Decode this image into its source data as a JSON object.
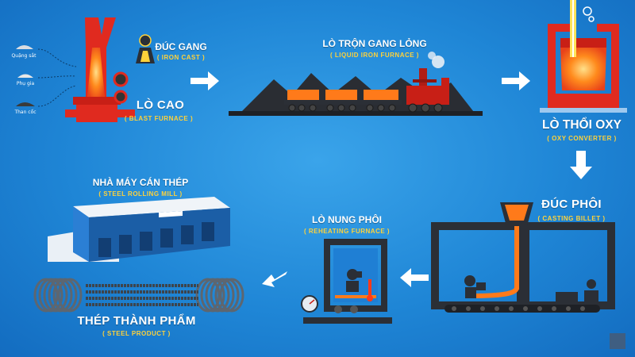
{
  "raw_materials": [
    "Quặng sắt",
    "Phụ gia",
    "Than cốc"
  ],
  "stages": {
    "blast_furnace": {
      "name": "LÒ CAO",
      "sub": "( BLAST FURNACE )"
    },
    "iron_cast": {
      "name": "ĐÚC GANG",
      "sub": "( IRON CAST )"
    },
    "liquid_iron_furnace": {
      "name": "LÒ TRỘN GANG LỎNG",
      "sub": "( LIQUID IRON FURNACE )"
    },
    "oxy_converter": {
      "name": "LÒ THỔI OXY",
      "sub": "( OXY CONVERTER )"
    },
    "casting_billet": {
      "name": "ĐÚC PHÔI",
      "sub": "( CASTING BILLET )"
    },
    "reheating_furnace": {
      "name": "LÒ NUNG PHÔI",
      "sub": "( REHEATING FURNACE )"
    },
    "steel_rolling_mill": {
      "name": "NHÀ MÁY CÁN THÉP",
      "sub": "( STEEL ROLLING MILL )"
    },
    "steel_product": {
      "name": "THÉP THÀNH PHẨM",
      "sub": "( STEEL PRODUCT )"
    }
  },
  "colors": {
    "background": "#1f86d6",
    "furnace_red": "#e02a1f",
    "molten": "#ff7a1a",
    "label_yellow": "#ffd23a",
    "dark": "#2b2f36"
  }
}
